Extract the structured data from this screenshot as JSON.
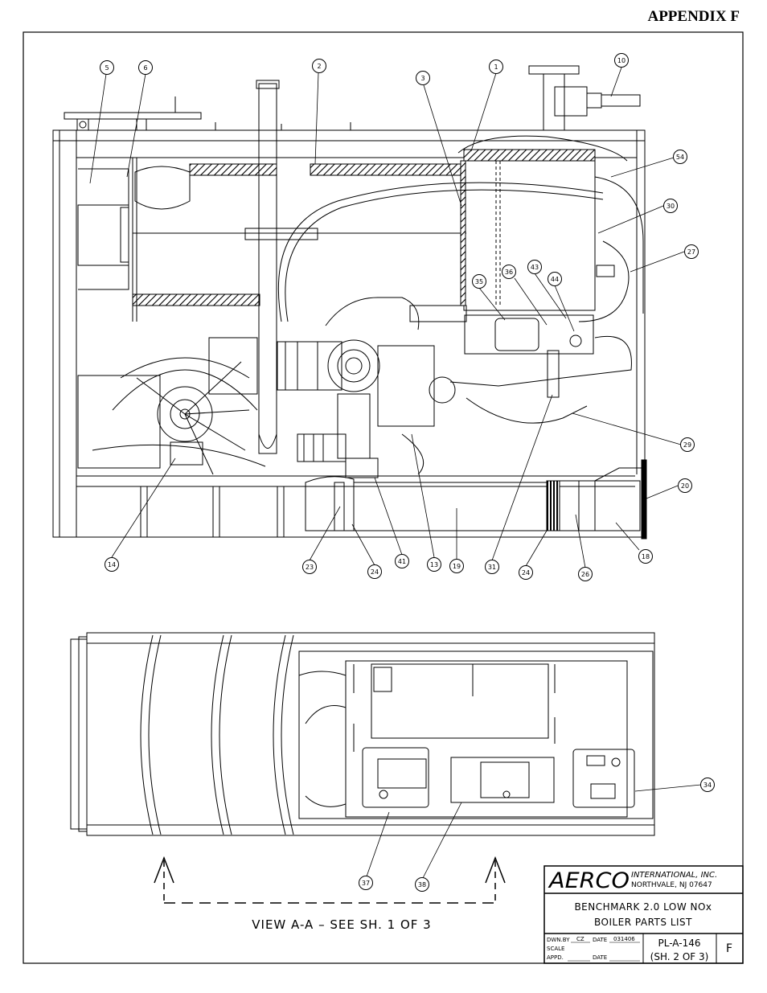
{
  "page": {
    "appendix": "APPENDIX F"
  },
  "callouts": [
    "5",
    "6",
    "2",
    "3",
    "1",
    "10",
    "54",
    "30",
    "27",
    "35",
    "36",
    "43",
    "44",
    "29",
    "20",
    "18",
    "26",
    "24",
    "31",
    "19",
    "13",
    "41",
    "24",
    "23",
    "14",
    "34",
    "37",
    "38"
  ],
  "view_label": "VIEW A-A  –  SEE SH. 1 OF 3",
  "title_block": {
    "company": "AERCO",
    "company_sub": "INTERNATIONAL, INC.",
    "address": "NORTHVALE, NJ    07647",
    "title_line1": "BENCHMARK 2.0 LOW NOx",
    "title_line2": "BOILER PARTS LIST",
    "dwn_by_label": "DWN.BY",
    "dwn_by_value": "CZ",
    "date_label": "DATE",
    "date_value": "031406",
    "scale_label": "SCALE",
    "appd_label": "APPD.",
    "appd_date_label": "DATE",
    "drawing_no": "PL-A-146",
    "sheet": "(SH. 2 OF 3)",
    "rev": "F"
  }
}
